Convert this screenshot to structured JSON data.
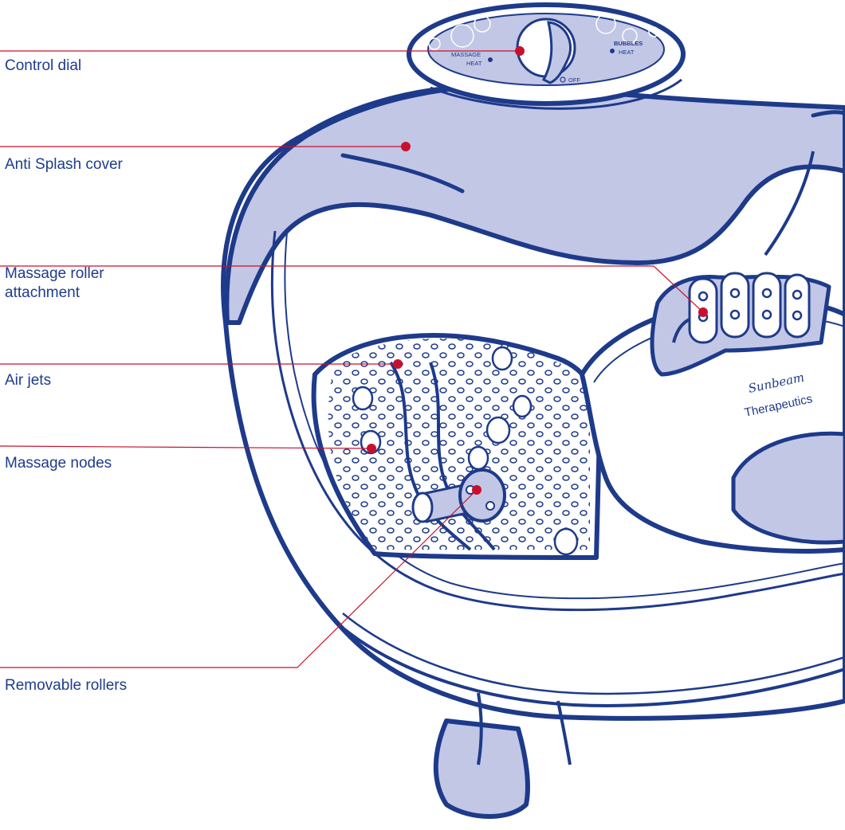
{
  "labels": [
    {
      "text": "Control dial"
    },
    {
      "text": "Anti Splash cover"
    },
    {
      "text": "Massage roller\nattachment"
    },
    {
      "text": "Air jets"
    },
    {
      "text": "Massage nodes"
    },
    {
      "text": "Removable rollers"
    }
  ],
  "dial": {
    "massage": "MASSAGE",
    "heat_left": "HEAT",
    "bubbles": "BUBBLES",
    "heat_right": "HEAT",
    "off": "OFF"
  },
  "brand": {
    "logo": "Sunbeam",
    "product": "Therapeutics"
  },
  "colors": {
    "outline": "#1e3a8a",
    "fill": "#c2c7e6",
    "leader": "#c8102e",
    "label": "#1d3c8c"
  }
}
